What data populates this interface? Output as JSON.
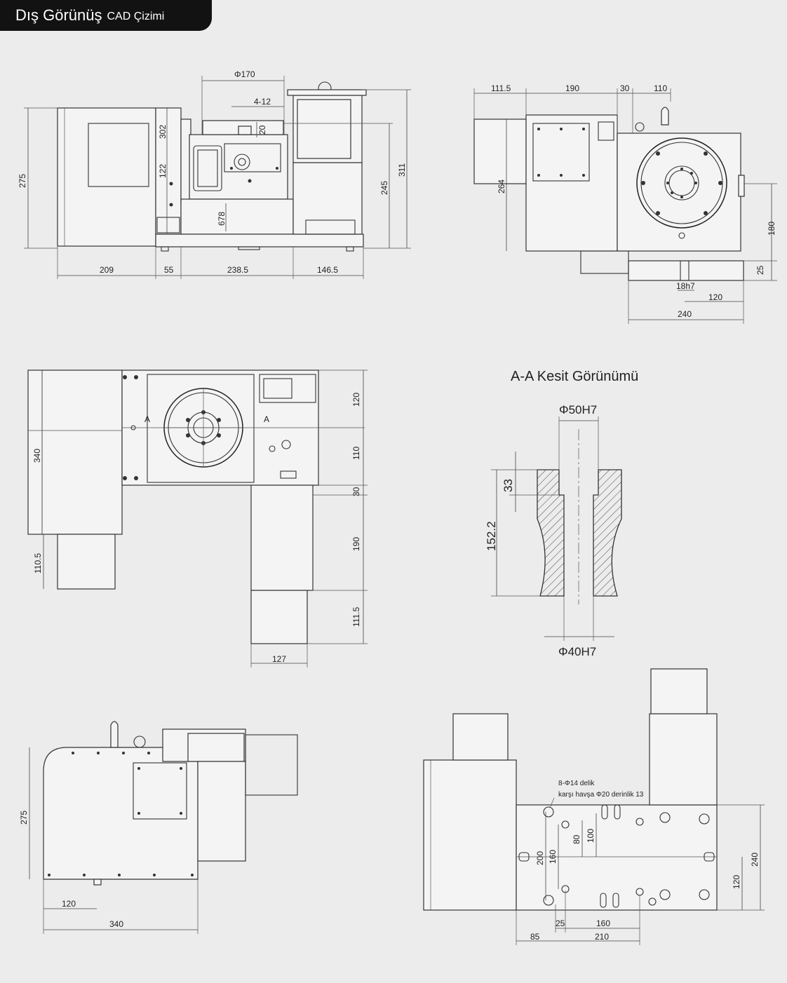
{
  "header": {
    "title": "Dış Görünüş",
    "subtitle": "CAD Çizimi"
  },
  "view_front": {
    "dims": {
      "d170": "Φ170",
      "d4_12": "4-12",
      "d302": "302",
      "d20": "20",
      "d122": "122",
      "d275": "275",
      "d245": "245",
      "d311": "311",
      "d678": "678",
      "d209": "209",
      "d55": "55",
      "d238": "238.5",
      "d146": "146.5"
    }
  },
  "view_side": {
    "dims": {
      "d111": "111.5",
      "d190": "190",
      "d30": "30",
      "d110": "110",
      "d264": "264",
      "d180": "180",
      "d25": "25",
      "d18h7": "18h7",
      "d120": "120",
      "d240": "240"
    }
  },
  "view_top": {
    "markA": "A",
    "dims": {
      "d340": "340",
      "d110": "110.5",
      "d120": "120",
      "d110b": "110",
      "d30": "30",
      "d190": "190",
      "d111": "111.5",
      "d127": "127"
    }
  },
  "section": {
    "title": "A-A Kesit Görünümü",
    "d50": "Φ50H7",
    "d33": "33",
    "d152": "152.2",
    "d40": "Φ40H7"
  },
  "view_rear": {
    "dims": {
      "d275": "275",
      "d120": "120",
      "d340": "340"
    }
  },
  "view_bottom": {
    "note1": "8-Φ14 delik",
    "note2": "karşı havşa Φ20 derinlik 13",
    "dims": {
      "d80": "80",
      "d100": "100",
      "d200": "200",
      "d160": "160",
      "d240": "240",
      "d120": "120",
      "d25": "25",
      "d160b": "160",
      "d85": "85",
      "d210": "210"
    }
  }
}
